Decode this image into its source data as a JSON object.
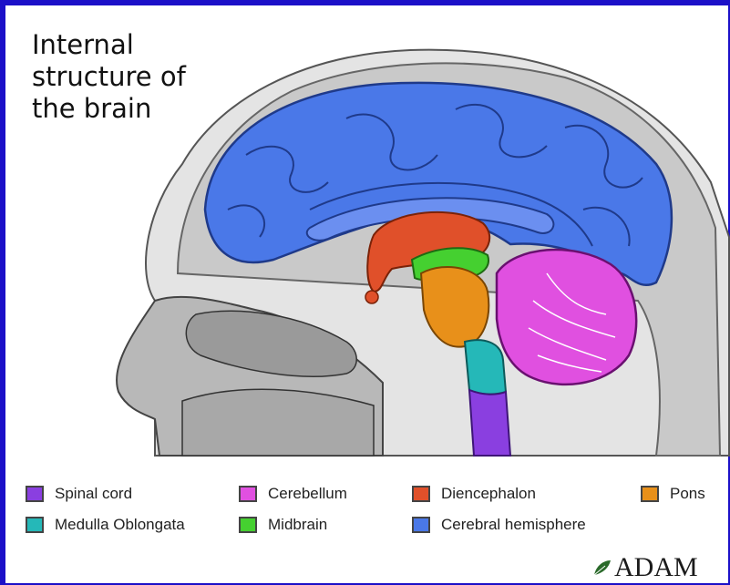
{
  "title_lines": [
    "Internal",
    "structure of",
    "the brain"
  ],
  "legend": [
    {
      "label": "Spinal cord",
      "color": "#8a3fe0"
    },
    {
      "label": "Cerebellum",
      "color": "#e050e0"
    },
    {
      "label": "Diencephalon",
      "color": "#e0502a"
    },
    {
      "label": "Pons",
      "color": "#e8901a"
    },
    {
      "label": "Medulla Oblongata",
      "color": "#25b8b8"
    },
    {
      "label": "Midbrain",
      "color": "#45d030"
    },
    {
      "label": "Cerebral hemisphere",
      "color": "#4a78e8"
    }
  ],
  "logo": {
    "text": "ADAM"
  },
  "colors": {
    "border": "#1b10c8",
    "skull": "#d6d6d6",
    "background": "#ffffff"
  }
}
